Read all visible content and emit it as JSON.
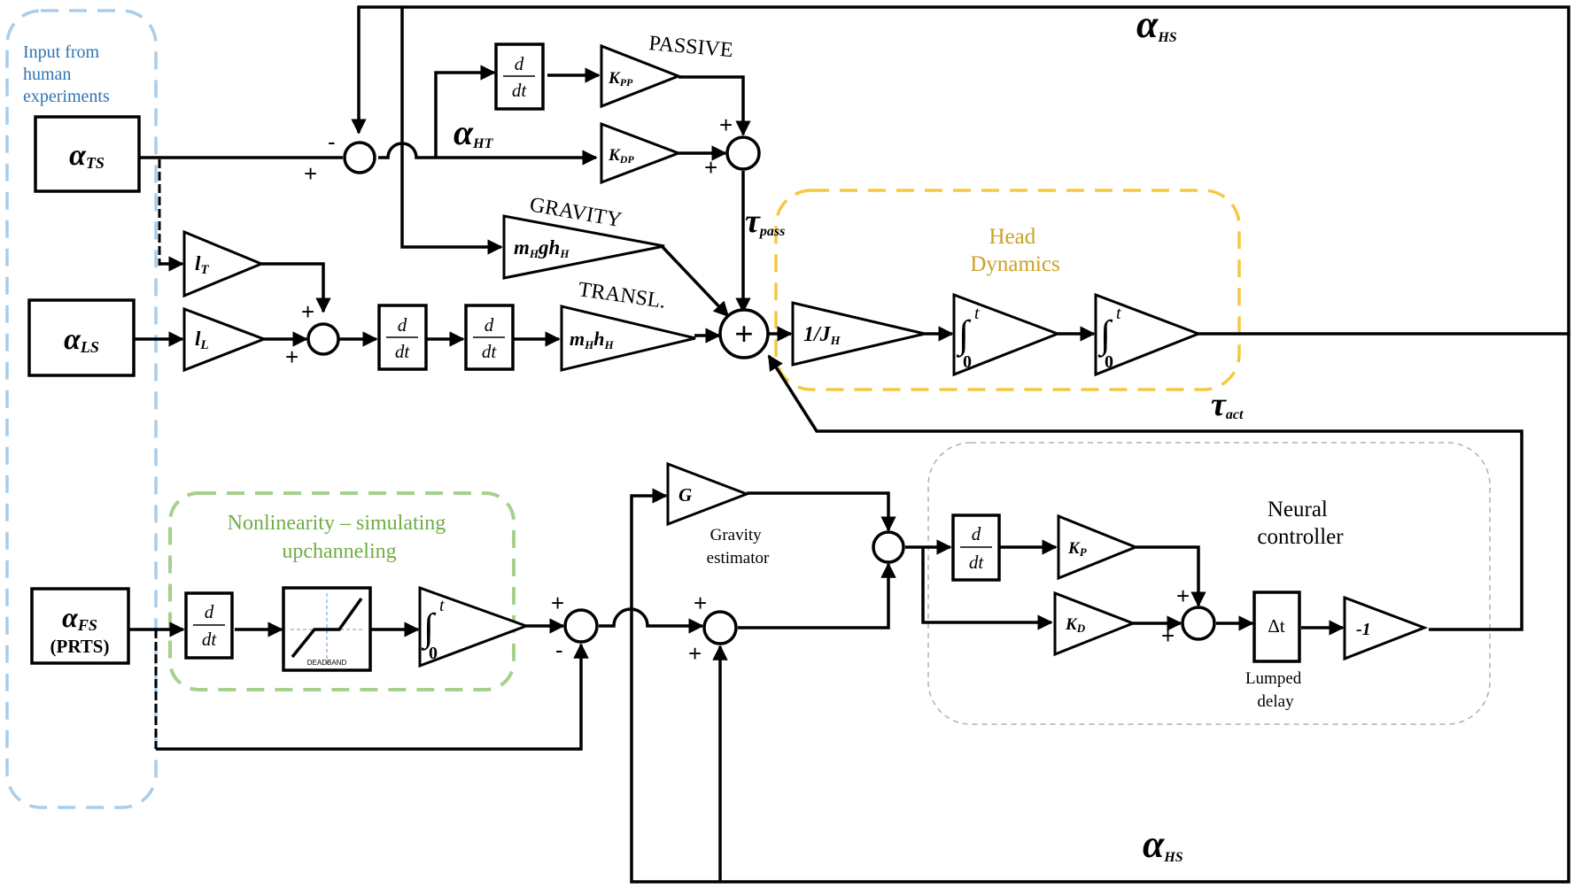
{
  "region_labels": {
    "input": [
      "Input from",
      "human",
      "experiments"
    ],
    "head_dynamics": [
      "Head",
      "Dynamics"
    ],
    "nonlinearity": [
      "Nonlinearity  – simulating",
      "upchanneling"
    ],
    "neural_controller": [
      "Neural",
      "controller"
    ]
  },
  "inputs": {
    "ts": {
      "main": "α",
      "sub": "TS"
    },
    "ls": {
      "main": "α",
      "sub": "LS"
    },
    "fs": {
      "main": "α",
      "sub": "FS",
      "extra": "(PRTS)"
    }
  },
  "signals": {
    "ahs_top": {
      "main": "α",
      "sub": "HS"
    },
    "ahs_bottom": {
      "main": "α",
      "sub": "HS"
    },
    "aht": {
      "main": "α",
      "sub": "HT"
    },
    "tpass": {
      "main": "τ",
      "sub": "pass"
    },
    "tact": {
      "main": "τ",
      "sub": "act"
    }
  },
  "annotations": {
    "passive": "PASSIVE",
    "gravity": "GRAVITY",
    "transl": "TRANSL.",
    "gravity_estimator": [
      "Gravity",
      "estimator"
    ],
    "lumped_delay": [
      "Lumped",
      "delay"
    ],
    "deadband": "DEADBAND"
  },
  "gains": {
    "kpp": {
      "main": "K",
      "sub": "PP"
    },
    "kdp": {
      "main": "K",
      "sub": "DP"
    },
    "lt": {
      "main": "l",
      "sub": "T"
    },
    "ll": {
      "main": "l",
      "sub": "L"
    },
    "mgh": {
      "m": "m",
      "s1": "H",
      "gh": "gh",
      "s2": "H"
    },
    "mh": {
      "m": "m",
      "s1": "H",
      "h": "h",
      "s2": "H"
    },
    "jh": {
      "main": "1/J",
      "sub": "H"
    },
    "g": "G",
    "kp": {
      "main": "K",
      "sub": "P"
    },
    "kd": {
      "main": "K",
      "sub": "D"
    },
    "neg1": "-1"
  },
  "operators": {
    "d": "d",
    "dt": "dt",
    "int_upper": "t",
    "int_lower": "0",
    "delay": "Δt",
    "sum_big": "+"
  },
  "signs": {
    "plus": "+",
    "minus": "-"
  },
  "colors": {
    "input_region": "#a9cdea",
    "input_text": "#2e74b5",
    "head_dynamics_region": "#f5c842",
    "head_dynamics_text": "#c9a227",
    "nonlinearity_region": "#a8d08d",
    "nonlinearity_text": "#70ad47",
    "neural_region": "#b0b0b0"
  }
}
